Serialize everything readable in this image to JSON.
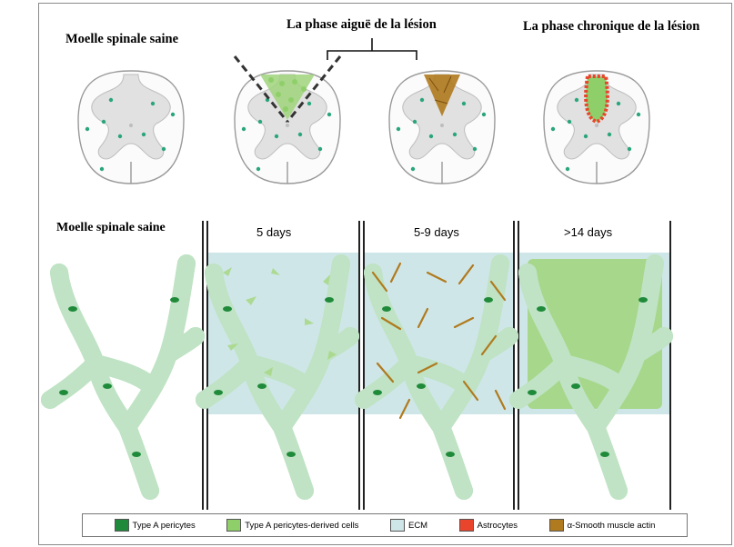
{
  "headers": {
    "healthy_top": "Moelle spinale saine",
    "acute": "La phase aiguë de la lésion",
    "chronic": "La phase chronique de la lésion",
    "healthy_bottom": "Moelle spinale saine"
  },
  "time_labels": [
    "5 days",
    "5-9 days",
    ">14 days"
  ],
  "legend": [
    {
      "label": "Type A pericytes",
      "color": "#1f8a3a"
    },
    {
      "label": "Type A pericytes-derived cells",
      "color": "#8fcf6a"
    },
    {
      "label": "ECM",
      "color": "#cfe6e8"
    },
    {
      "label": "Astrocytes",
      "color": "#e8452c"
    },
    {
      "label": "α-Smooth muscle actin",
      "color": "#b07a1e"
    }
  ],
  "colors": {
    "vessel": "#f4a1a3",
    "vessel_outline": "#c2585c",
    "sheath": "#bfe3c4",
    "pericyte": "#1f8a3a",
    "derived": "#8fcf6a",
    "ecm": "#cfe6e8",
    "astrocyte": "#e8452c",
    "sma": "#b07a1e",
    "cord_fill": "#f2f2f2",
    "cord_grey": "#dcdcdc"
  }
}
